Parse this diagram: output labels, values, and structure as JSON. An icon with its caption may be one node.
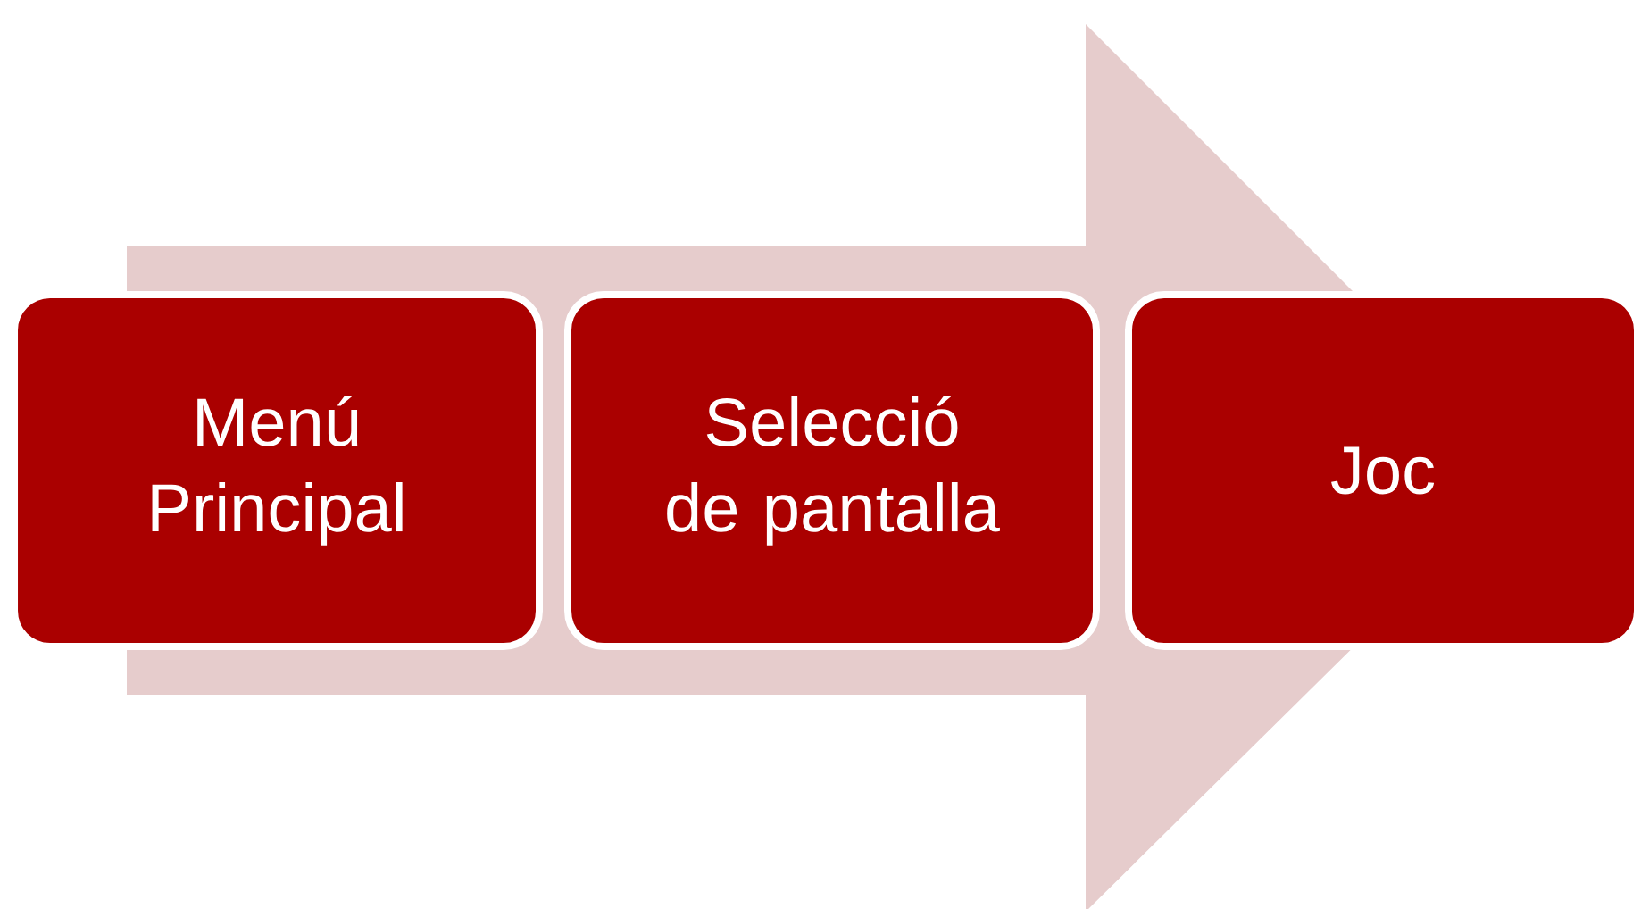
{
  "diagram": {
    "nodes": [
      {
        "text": [
          "Menú Principal"
        ]
      },
      {
        "text": [
          "Selecció de pantalla"
        ]
      },
      {
        "text": [
          "Joc"
        ]
      }
    ],
    "edges": [
      {
        "from": 0,
        "to": 2,
        "arrow": "to"
      }
    ]
  }
}
